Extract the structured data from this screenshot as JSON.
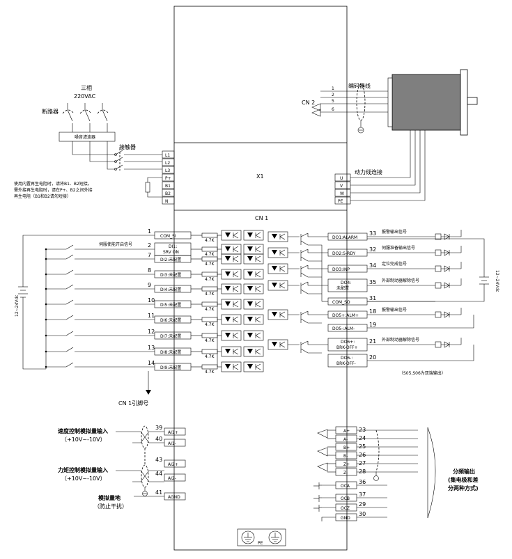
{
  "power": {
    "phase_label": "三相",
    "voltage_label": "220VAC",
    "breaker_label": "断路器",
    "filter_label": "噪音滤波器",
    "contactor_label": "接触器",
    "regen_note": [
      "使用内置再生电阻时，请将B1、B2短接。",
      "需外接再生电阻时，请在P+、B2之间外接",
      "再生电阻（B1和B2请勿短接）"
    ]
  },
  "x1": {
    "label": "X1",
    "terminals": [
      "L1",
      "L2",
      "L3",
      "P+",
      "B1",
      "B2",
      "N"
    ],
    "motor_terminals": [
      "U",
      "V",
      "W",
      "PE"
    ],
    "power_line_label": "动力线连接"
  },
  "cn2": {
    "label": "CN 2",
    "encoder_label": "编码器线",
    "pins": [
      "1",
      "2",
      "5",
      "6"
    ]
  },
  "cn1": {
    "label": "CN 1",
    "pin_ref_label": "CN 1引脚号",
    "supply_label": "12~24Vdc",
    "servo_on_note": "伺服使能开启信号",
    "inputs": [
      {
        "pin": "1",
        "label": "COM_SI"
      },
      {
        "pin": "2",
        "label": "DI1:",
        "label2": "SRV ON"
      },
      {
        "pin": "7",
        "label": "DI2:未配置"
      },
      {
        "pin": "8",
        "label": "DI3:未配置"
      },
      {
        "pin": "9",
        "label": "DI4:未配置"
      },
      {
        "pin": "10",
        "label": "DI5:未配置"
      },
      {
        "pin": "11",
        "label": "DI6:未配置"
      },
      {
        "pin": "12",
        "label": "DI7:未配置"
      },
      {
        "pin": "13",
        "label": "DI8:未配置"
      },
      {
        "pin": "14",
        "label": "DI9:未配置"
      }
    ],
    "resistor_label": "4.7K",
    "outputs": [
      {
        "pin": "33",
        "label": "DO1:ALARM",
        "note": "报警输出信号"
      },
      {
        "pin": "32",
        "label": "DO2:S-RDY",
        "note": "伺服准备输出信号"
      },
      {
        "pin": "34",
        "label": "DO3:INP",
        "note": "定位完成信号"
      },
      {
        "pin": "35",
        "label": "DO4:",
        "label2": "未配置",
        "note": "外部制动器解除信号"
      },
      {
        "pin": "31",
        "label": "COM_SO",
        "note": ""
      },
      {
        "pin": "18",
        "label": "DO5+:ALM+",
        "note": "报警输出信号"
      },
      {
        "pin": "19",
        "label": "DO5-:ALM-",
        "note": ""
      },
      {
        "pin": "21",
        "label": "DO6+:",
        "label2": "BRK-OFF+",
        "note": "外部制动器解除信号"
      },
      {
        "pin": "20",
        "label": "DO6-:",
        "label2": "BRK-OFF-",
        "note": ""
      }
    ],
    "do_note": "（S05,S06为双端输出）"
  },
  "analog": {
    "speed_label": "速度控制模拟量输入",
    "speed_range": "（+10V~-10V）",
    "torque_label": "力矩控制模拟量输入",
    "torque_range": "（+10V~-10V）",
    "gnd_label": "模拟量地",
    "gnd_note": "（防止干扰）",
    "pins": [
      {
        "pin": "39",
        "label": "AI1+"
      },
      {
        "pin": "40",
        "label": "AI1-"
      },
      {
        "pin": "43",
        "label": "AI2+"
      },
      {
        "pin": "44",
        "label": "AI2-"
      },
      {
        "pin": "41",
        "label": "AGND"
      }
    ]
  },
  "encoder_out": {
    "label": "分频输出",
    "note1": "(集电极和差",
    "note2": "分两种方式)",
    "diff_pins": [
      {
        "pin": "23",
        "label": "A+"
      },
      {
        "pin": "24",
        "label": "A-"
      },
      {
        "pin": "25",
        "label": "B+"
      },
      {
        "pin": "26",
        "label": "B-"
      },
      {
        "pin": "27",
        "label": "Z+"
      },
      {
        "pin": "28",
        "label": "Z-"
      }
    ],
    "oc_pins": [
      {
        "pin": "36",
        "label": "OCA"
      },
      {
        "pin": "37",
        "label": "OCB"
      },
      {
        "pin": "29",
        "label": "OCZ"
      },
      {
        "pin": "30",
        "label": "GND"
      }
    ]
  },
  "pe_label": "PE"
}
